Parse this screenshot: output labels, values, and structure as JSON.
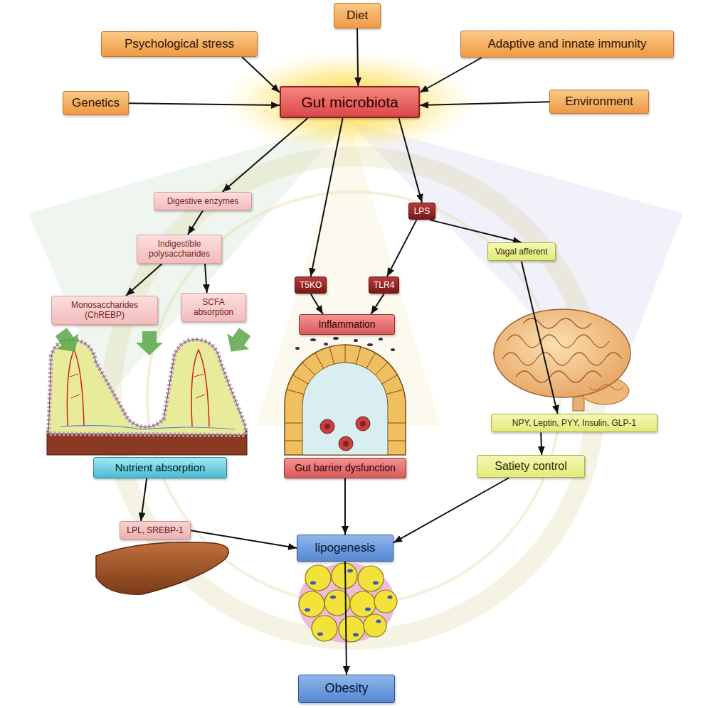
{
  "diagram": {
    "nodes": [
      {
        "text": [
          "Diet"
        ]
      },
      {
        "text": [
          "Psychological stress"
        ]
      },
      {
        "text": [
          "Adaptive and innate immunity"
        ]
      },
      {
        "text": [
          "Genetics"
        ]
      },
      {
        "text": [
          "Gut microbiota"
        ]
      },
      {
        "text": [
          "Environment"
        ]
      },
      {
        "text": [
          "Digestive enzymes"
        ]
      },
      {
        "text": [
          "LPS"
        ]
      },
      {
        "text": [
          "Indigestible polysaccharides"
        ]
      },
      {
        "text": [
          "T5KO"
        ]
      },
      {
        "text": [
          "TLR4"
        ]
      },
      {
        "text": [
          "Vagal afferent"
        ]
      },
      {
        "text": [
          "Monosaccharides (ChREBP)"
        ]
      },
      {
        "text": [
          "SCFA absorption"
        ]
      },
      {
        "text": [
          "Inflammation"
        ]
      },
      {
        "text": [
          "Nutrient absorption"
        ]
      },
      {
        "text": [
          "Gut barrier dysfunction"
        ]
      },
      {
        "text": [
          "NPY, Leptin, PYY, Insulin, GLP-1"
        ]
      },
      {
        "text": [
          "Satiety control"
        ]
      },
      {
        "text": [
          "LPL, SREBP-1"
        ]
      },
      {
        "text": [
          "lipogenesis"
        ]
      },
      {
        "text": [
          "Obesity"
        ]
      }
    ],
    "edges": [
      {
        "from": 0,
        "to": 4,
        "arrow": "to"
      },
      {
        "from": 1,
        "to": 4,
        "arrow": "to"
      },
      {
        "from": 2,
        "to": 4,
        "arrow": "to"
      },
      {
        "from": 3,
        "to": 4,
        "arrow": "to"
      },
      {
        "from": 5,
        "to": 4,
        "arrow": "to"
      },
      {
        "from": 4,
        "to": 6,
        "arrow": "to"
      },
      {
        "from": 4,
        "to": 9,
        "arrow": "to"
      },
      {
        "from": 4,
        "to": 7,
        "arrow": "to"
      },
      {
        "from": 6,
        "to": 8,
        "arrow": "to"
      },
      {
        "from": 8,
        "to": 12,
        "arrow": "to"
      },
      {
        "from": 8,
        "to": 13,
        "arrow": "to"
      },
      {
        "from": 7,
        "to": 10,
        "arrow": "to"
      },
      {
        "from": 7,
        "to": 11,
        "arrow": "to"
      },
      {
        "from": 9,
        "to": 14,
        "arrow": "to"
      },
      {
        "from": 10,
        "to": 14,
        "arrow": "to"
      },
      {
        "from": 11,
        "to": 17,
        "arrow": "to"
      },
      {
        "from": 17,
        "to": 18,
        "arrow": "to"
      },
      {
        "from": 15,
        "to": 19,
        "arrow": "to"
      },
      {
        "from": 19,
        "to": 20,
        "arrow": "to"
      },
      {
        "from": 16,
        "to": 20,
        "arrow": "to"
      },
      {
        "from": 18,
        "to": 20,
        "arrow": "to"
      },
      {
        "from": 20,
        "to": 21,
        "arrow": "to"
      }
    ]
  }
}
